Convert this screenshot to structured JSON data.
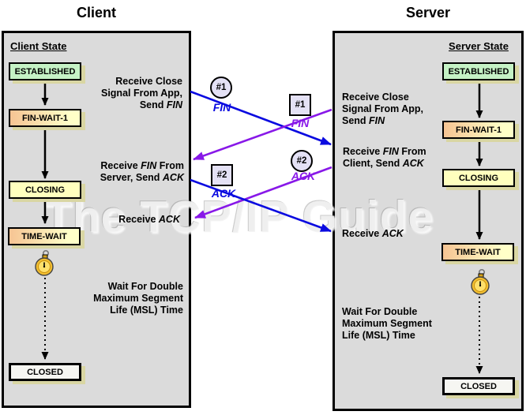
{
  "watermark": "The TCP/IP Guide",
  "colors": {
    "client_message_blue": "#0a0ae0",
    "server_message_purple": "#8818e8",
    "panel_background": "#dbdbdb",
    "established_green": "#c5f2c5",
    "wait_state_gradient_left": "#f6c493",
    "wait_state_gradient_right": "#ffffc8",
    "closing_yellow": "#ffffbe",
    "closed_white": "#f6f6f2",
    "badge_lavender": "#e4e1f5",
    "box_shadow_khaki": "#d9d6a3"
  },
  "client": {
    "title": "Client",
    "state_header": "Client State",
    "states": {
      "established": "ESTABLISHED",
      "fin_wait_1": "FIN-WAIT-1",
      "closing": "CLOSING",
      "time_wait": "TIME-WAIT",
      "closed": "CLOSED"
    },
    "annotations": {
      "receive_close": [
        [
          {
            "t": "Receive Close"
          }
        ],
        [
          {
            "t": "Signal From App,"
          }
        ],
        [
          {
            "t": "Send "
          },
          {
            "t": "FIN",
            "i": true
          }
        ]
      ],
      "receive_fin": [
        [
          {
            "t": "Receive "
          },
          {
            "t": "FIN",
            "i": true
          },
          {
            "t": " From"
          }
        ],
        [
          {
            "t": "Server, Send "
          },
          {
            "t": "ACK",
            "i": true
          }
        ]
      ],
      "receive_ack": [
        [
          {
            "t": "Receive "
          },
          {
            "t": "ACK",
            "i": true
          }
        ]
      ],
      "wait_msl": [
        [
          {
            "t": "Wait For Double"
          }
        ],
        [
          {
            "t": "Maximum Segment"
          }
        ],
        [
          {
            "t": "Life (MSL) Time"
          }
        ]
      ]
    }
  },
  "server": {
    "title": "Server",
    "state_header": "Server State",
    "states": {
      "established": "ESTABLISHED",
      "fin_wait_1": "FIN-WAIT-1",
      "closing": "CLOSING",
      "time_wait": "TIME-WAIT",
      "closed": "CLOSED"
    },
    "annotations": {
      "receive_close": [
        [
          {
            "t": "Receive Close"
          }
        ],
        [
          {
            "t": "Signal From App,"
          }
        ],
        [
          {
            "t": "Send "
          },
          {
            "t": "FIN",
            "i": true
          }
        ]
      ],
      "receive_fin": [
        [
          {
            "t": "Receive "
          },
          {
            "t": "FIN",
            "i": true
          },
          {
            "t": " From"
          }
        ],
        [
          {
            "t": "Client, Send "
          },
          {
            "t": "ACK",
            "i": true
          }
        ]
      ],
      "receive_ack": [
        [
          {
            "t": "Receive "
          },
          {
            "t": "ACK",
            "i": true
          }
        ]
      ],
      "wait_msl": [
        [
          {
            "t": "Wait For Double"
          }
        ],
        [
          {
            "t": "Maximum Segment"
          }
        ],
        [
          {
            "t": "Life (MSL) Time"
          }
        ]
      ]
    }
  },
  "messages": {
    "client_fin": {
      "badge": "#1",
      "shape": "circle",
      "label": "FIN",
      "from": "client",
      "to": "server"
    },
    "server_fin": {
      "badge": "#1",
      "shape": "square",
      "label": "FIN",
      "from": "server",
      "to": "client"
    },
    "client_ack": {
      "badge": "#2",
      "shape": "square",
      "label": "ACK",
      "from": "client",
      "to": "server"
    },
    "server_ack": {
      "badge": "#2",
      "shape": "circle",
      "label": "ACK",
      "from": "server",
      "to": "client"
    }
  }
}
